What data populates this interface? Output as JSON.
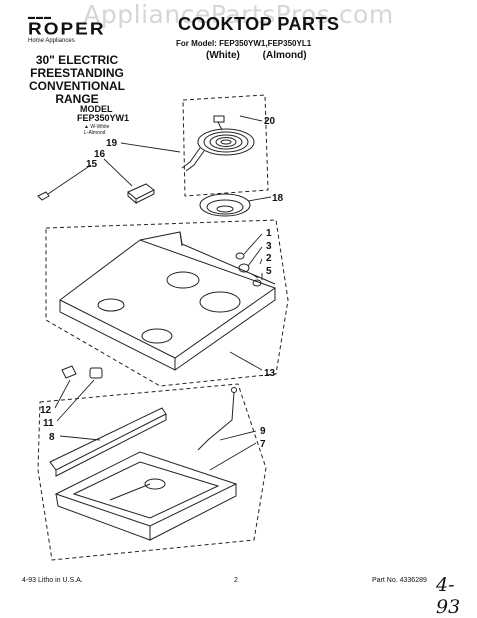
{
  "watermark": "AppliancePartsPros.com",
  "brand": {
    "top": "▬▬▬",
    "name": "ROPER",
    "tagline": "Home Appliances"
  },
  "page_title": "COOKTOP PARTS",
  "model_line": "For Model: FEP350YW1,FEP350YL1",
  "color_variants": [
    "(White)",
    "(Almond)"
  ],
  "product_desc": [
    "30\" ELECTRIC",
    "FREESTANDING",
    "CONVENTIONAL",
    "RANGE"
  ],
  "model_label": "MODEL",
  "model_number": "FEP350YW1",
  "color_legend": [
    "▲ W-White",
    "L-Almond"
  ],
  "callouts": [
    {
      "num": "20"
    },
    {
      "num": "19"
    },
    {
      "num": "16"
    },
    {
      "num": "15"
    },
    {
      "num": "18"
    },
    {
      "num": "1"
    },
    {
      "num": "3"
    },
    {
      "num": "2"
    },
    {
      "num": "5"
    },
    {
      "num": "13"
    },
    {
      "num": "12"
    },
    {
      "num": "11"
    },
    {
      "num": "8"
    },
    {
      "num": "9"
    },
    {
      "num": "7"
    }
  ],
  "footer": {
    "left": "4-93  Litho in U.S.A.",
    "page": "2",
    "part_no": "Part No. 4336289"
  },
  "handwritten_note": "4-93"
}
